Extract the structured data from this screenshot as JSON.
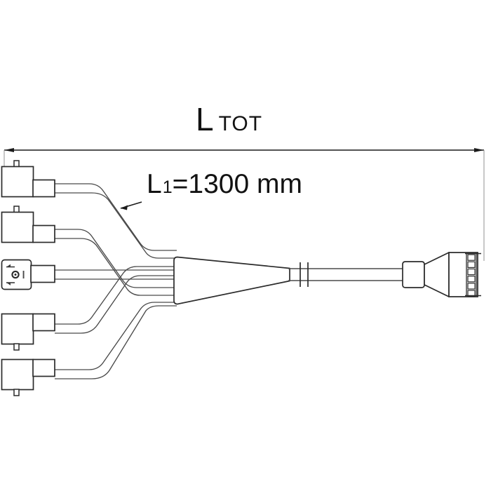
{
  "drawing": {
    "title": "Cable harness assembly drawing",
    "background_color": "#ffffff",
    "line_color": "#2b2b2b",
    "text_color": "#121212",
    "fill_color": "#ffffff"
  },
  "dimensions": {
    "total_length": {
      "symbol": "L",
      "subscript": "TOT",
      "value_text": ""
    },
    "branch_length": {
      "symbol": "L",
      "subscript": "1",
      "equals": "=1300 mm",
      "full_text": "L1=1300 mm",
      "value": 1300,
      "unit": "mm"
    }
  },
  "components": {
    "branch_connectors": [
      {
        "name": "valve-connector-1",
        "type": "form-A-valve-plug",
        "tab": "up",
        "position": "top"
      },
      {
        "name": "valve-connector-2",
        "type": "form-A-valve-plug",
        "tab": "up",
        "position": "upper-middle"
      },
      {
        "name": "valve-connector-3",
        "type": "form-A-valve-plug-with-screw",
        "tab": "none",
        "position": "middle",
        "markings": [
          "screw-circle",
          "indicator-bar",
          "arrow-mark-top",
          "arrow-mark-bottom"
        ]
      },
      {
        "name": "valve-connector-4",
        "type": "form-A-valve-plug",
        "tab": "down",
        "position": "lower-middle"
      },
      {
        "name": "valve-connector-5",
        "type": "form-A-valve-plug",
        "tab": "down",
        "position": "bottom"
      }
    ],
    "junction": {
      "name": "cable-splitter-junction",
      "branch_count": 5
    },
    "main_cable": {
      "name": "main-trunk-cable",
      "break_marker": true
    },
    "main_connector": {
      "name": "multipole-connector",
      "contact_count": 6
    }
  }
}
